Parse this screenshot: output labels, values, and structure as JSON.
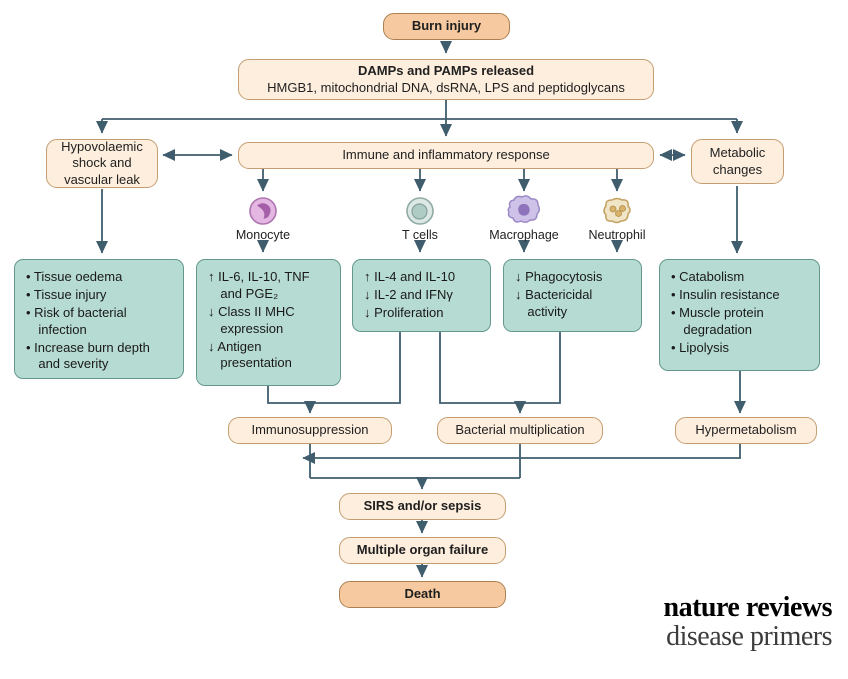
{
  "diagram": {
    "burn_injury": "Burn injury",
    "damps_title": "DAMPs and PAMPs released",
    "damps_detail": "HMGB1, mitochondrial DNA, dsRNA, LPS and peptidoglycans",
    "hypovolaemic": "Hypovolaemic shock and vascular leak",
    "immune": "Immune and inflammatory response",
    "metabolic": "Metabolic changes",
    "immunosuppression": "Immunosuppression",
    "bacterial_multiplication": "Bacterial multiplication",
    "hypermetabolism": "Hypermetabolism",
    "sirs": "SIRS and/or sepsis",
    "organ_failure": "Multiple organ failure",
    "death": "Death"
  },
  "cells": [
    {
      "name": "monocyte",
      "label": "Monocyte"
    },
    {
      "name": "t-cells",
      "label": "T cells"
    },
    {
      "name": "macrophage",
      "label": "Macrophage"
    },
    {
      "name": "neutrophil",
      "label": "Neutrophil"
    }
  ],
  "effects": {
    "vascular": [
      "• Tissue oedema",
      "• Tissue injury",
      "• Risk of bacterial infection",
      "• Increase burn depth and severity"
    ],
    "monocyte": [
      "↑ IL-6, IL-10, TNF and PGE₂",
      "↓ Class II MHC expression",
      "↓ Antigen presentation"
    ],
    "t_cells": [
      "↑ IL-4 and IL-10",
      "↓ IL-2 and IFNγ",
      "↓ Proliferation"
    ],
    "phagocytes": [
      "↓ Phagocytosis",
      "↓ Bactericidal activity"
    ],
    "metabolic": [
      "• Catabolism",
      "• Insulin resistance",
      "• Muscle protein degradation",
      "• Lipolysis"
    ]
  },
  "colors": {
    "arrow": "#3f5d6d",
    "peach_fill": "#fdeedd",
    "peach_border": "#c49e72",
    "orange_fill": "#f6c9a0",
    "orange_border": "#ab8152",
    "teal_fill": "#b6dbd2",
    "teal_border": "#64988e"
  },
  "logo": {
    "line1": "nature reviews",
    "line2": "disease primers"
  }
}
